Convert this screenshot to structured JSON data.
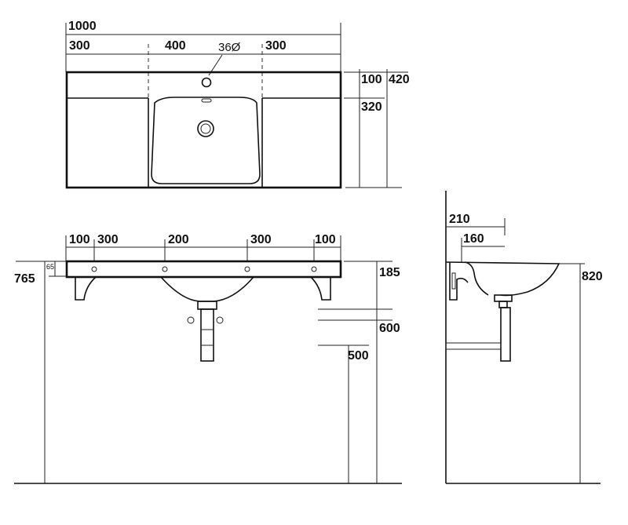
{
  "top_view": {
    "overall_width": "1000",
    "segments": [
      "300",
      "400",
      "300"
    ],
    "tap_hole": "36Ø",
    "depth_rim": "100",
    "depth_total": "420",
    "depth_basin": "320"
  },
  "front_view": {
    "segments": [
      "100",
      "300",
      "200",
      "300",
      "100"
    ],
    "rim_height": "765",
    "rim_thickness": "65",
    "basin_depth": "185",
    "drain_height": "600",
    "trap_height": "500"
  },
  "side_view": {
    "projection": "210",
    "bowl_depth": "160",
    "top_height": "820"
  }
}
